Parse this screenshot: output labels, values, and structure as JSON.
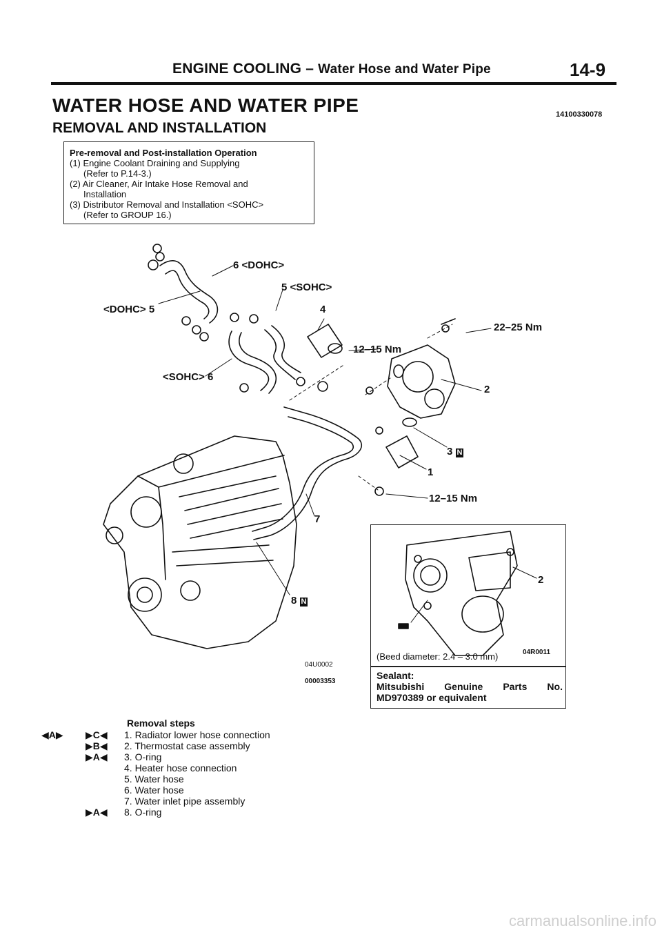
{
  "header": {
    "section": "ENGINE COOLING",
    "dash": "–",
    "subsection": "Water Hose and Water Pipe",
    "page_number": "14-9"
  },
  "main_title": "WATER HOSE AND WATER PIPE",
  "ref_code": "14100330078",
  "sub_title": "REMOVAL AND INSTALLATION",
  "pre_box": {
    "heading": "Pre-removal and Post-installation Operation",
    "items": [
      {
        "line1": "(1) Engine Coolant Draining and Supplying",
        "line2": "(Refer to P.14-3.)"
      },
      {
        "line1": "(2) Air Cleaner, Air Intake Hose Removal and",
        "line2": "Installation"
      },
      {
        "line1": "(3) Distributor Removal and Installation <SOHC>",
        "line2": "(Refer to GROUP 16.)"
      }
    ]
  },
  "diagram_labels": {
    "dohc6": "6 <DOHC>",
    "sohc5": "5 <SOHC>",
    "dohc5": "<DOHC> 5",
    "num4": "4",
    "torque_top": "22–25 Nm",
    "torque_mid": "12–15 Nm",
    "sohc6": "<SOHC> 6",
    "num2": "2",
    "num3": "3",
    "num1": "1",
    "torque_low": "12–15 Nm",
    "num7": "7",
    "num8": "8",
    "n_mark": "N",
    "code_a": "04U0002",
    "code_b": "00003353"
  },
  "inset": {
    "num2": "2",
    "bead": "(Beed diameter: 2.4 – 3.0 mm)",
    "code": "04R0011",
    "sealant_head": "Sealant:",
    "sealant_l1a": "Mitsubishi",
    "sealant_l1b": "Genuine",
    "sealant_l1c": "Parts",
    "sealant_l1d": "No.",
    "sealant_l2": "MD970389 or equivalent"
  },
  "removal": {
    "title": "Removal steps",
    "steps": [
      {
        "m1": "◀A▶",
        "m2": "▶C◀",
        "text": "1. Radiator lower hose connection"
      },
      {
        "m1": "",
        "m2": "▶B◀",
        "text": "2. Thermostat case assembly"
      },
      {
        "m1": "",
        "m2": "▶A◀",
        "text": "3. O-ring"
      },
      {
        "m1": "",
        "m2": "",
        "text": "4. Heater hose connection"
      },
      {
        "m1": "",
        "m2": "",
        "text": "5. Water hose"
      },
      {
        "m1": "",
        "m2": "",
        "text": "6. Water hose"
      },
      {
        "m1": "",
        "m2": "",
        "text": "7. Water inlet pipe assembly"
      },
      {
        "m1": "",
        "m2": "▶A◀",
        "text": "8. O-ring"
      }
    ]
  },
  "footer": "carmanualsonline.info"
}
